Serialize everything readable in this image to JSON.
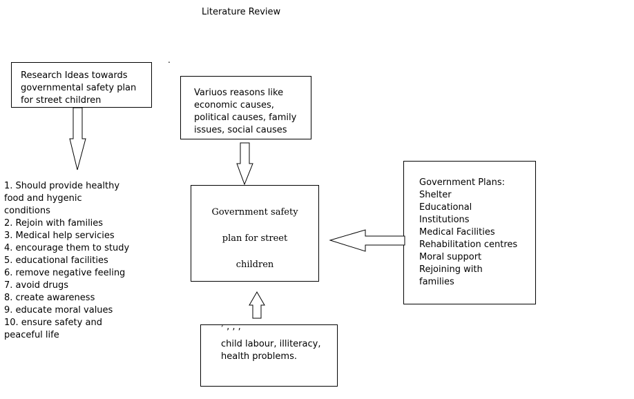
{
  "title": "Literature Review",
  "stray_mark": ".",
  "research_box": {
    "lines": [
      "Research Ideas towards",
      "governmental safety plan",
      "for street children"
    ]
  },
  "reasons_box": {
    "lines": [
      "Variuos reasons like",
      "economic causes,",
      "political causes, family",
      "issues, social causes"
    ]
  },
  "center_box": {
    "lines": [
      "Government safety",
      "plan for street",
      "children"
    ]
  },
  "government_box": {
    "heading": "Government Plans:",
    "items": [
      "Shelter",
      "Educational",
      "Institutions",
      "Medical Facilities",
      "Rehabilitation centres",
      "Moral support",
      "Rejoining with",
      "families"
    ]
  },
  "bottom_box": {
    "partial_line": "˒  ,         ,       ,",
    "lines": [
      "child labour, illiteracy,",
      "health problems."
    ]
  },
  "recommendations": [
    "1. Should provide healthy",
    "food and hygenic",
    "conditions",
    "2. Rejoin with families",
    "3. Medical help servicies",
    "4. encourage them to study",
    "5. educational facilities",
    "6. remove negative feeling",
    "7. avoid drugs",
    "8. create awareness",
    "9. educate moral values",
    "10. ensure safety and",
    "peaceful life"
  ]
}
